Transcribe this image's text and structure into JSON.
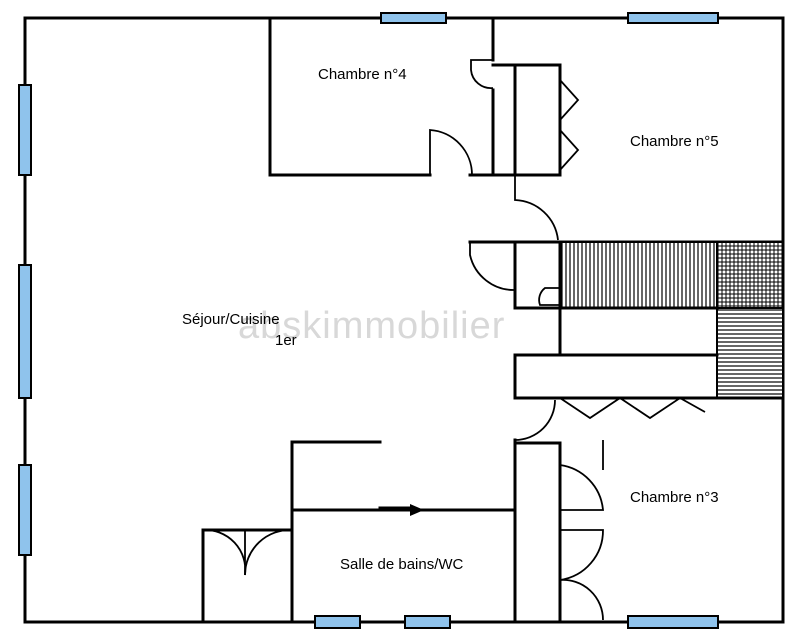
{
  "rooms": {
    "chambre4": "Chambre n°4",
    "chambre5": "Chambre n°5",
    "sejour_line1": "Séjour/Cuisine",
    "sejour_line2": "1er",
    "chambre3": "Chambre n°3",
    "salle_de_bains": "Salle de bains/WC"
  },
  "watermark": "abskimmobilier",
  "colors": {
    "window_fill": "#8fc3ec",
    "wall": "#000000",
    "watermark": "#d8d8d8"
  }
}
